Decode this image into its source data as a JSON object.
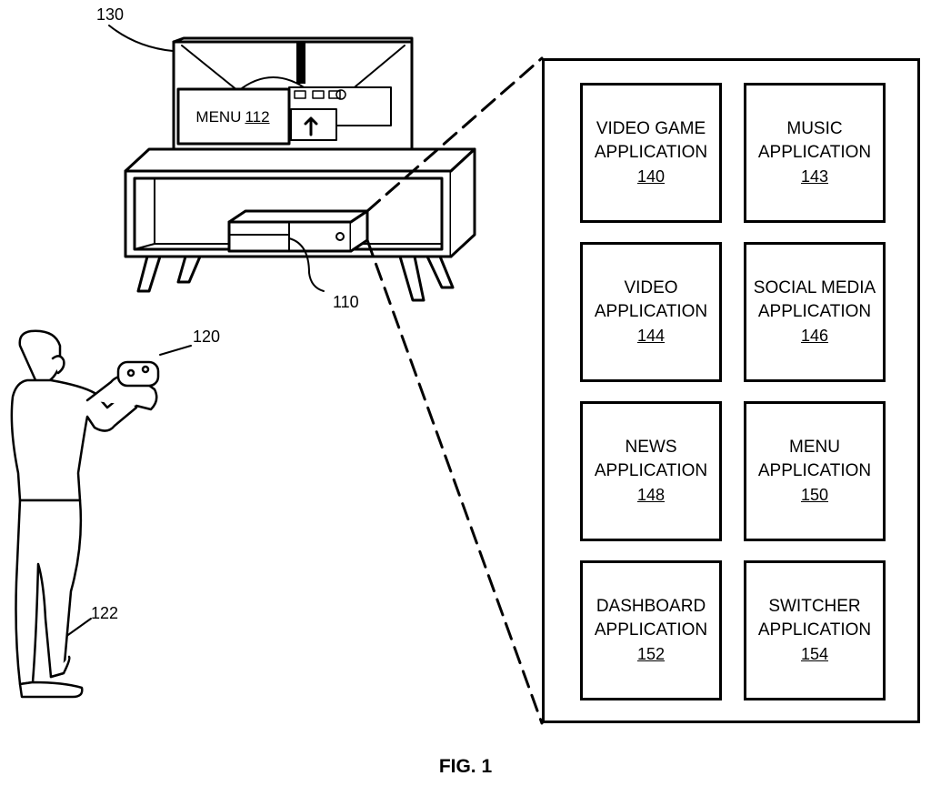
{
  "figure_label": "FIG. 1",
  "refs": {
    "tv": "130",
    "console": "110",
    "controller": "120",
    "user": "122"
  },
  "tv_menu": {
    "label": "MENU",
    "number": "112"
  },
  "apps": [
    {
      "line1": "VIDEO GAME",
      "line2": "APPLICATION",
      "number": "140"
    },
    {
      "line1": "MUSIC",
      "line2": "APPLICATION",
      "number": "143"
    },
    {
      "line1": "VIDEO",
      "line2": "APPLICATION",
      "number": "144"
    },
    {
      "line1": "SOCIAL MEDIA",
      "line2": "APPLICATION",
      "number": "146"
    },
    {
      "line1": "NEWS",
      "line2": "APPLICATION",
      "number": "148"
    },
    {
      "line1": "MENU",
      "line2": "APPLICATION",
      "number": "150"
    },
    {
      "line1": "DASHBOARD",
      "line2": "APPLICATION",
      "number": "152"
    },
    {
      "line1": "SWITCHER",
      "line2": "APPLICATION",
      "number": "154"
    }
  ]
}
